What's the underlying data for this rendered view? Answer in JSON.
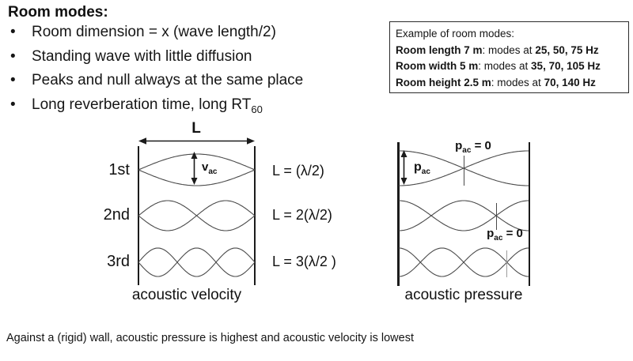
{
  "title": "Room modes:",
  "bullets": [
    {
      "text": "Room dimension = x (wave length/2)"
    },
    {
      "text": "Standing wave with little diffusion"
    },
    {
      "text": "Peaks and null always at the same place"
    },
    {
      "text": "Long reverberation time, long RT",
      "sub": "60"
    }
  ],
  "example_box": {
    "heading": "Example of room modes:",
    "rows": [
      {
        "label": "Room length 7 m",
        "mid": ": modes at ",
        "value": "25, 50, 75 Hz"
      },
      {
        "label": "Room width 5 m",
        "mid": ": modes at ",
        "value": "35, 70, 105 Hz"
      },
      {
        "label": "Room height 2.5 m",
        "mid": ": modes at ",
        "value": "70, 140 Hz"
      }
    ]
  },
  "velocity_diagram": {
    "length_label": "L",
    "wave_type": "sin",
    "modes": [
      {
        "order": "1st",
        "n": 1,
        "formula": "L = (λ/2)"
      },
      {
        "order": "2nd",
        "n": 2,
        "formula": "L = 2(λ/2)"
      },
      {
        "order": "3rd",
        "n": 3,
        "formula": "L = 3(λ/2 )"
      }
    ],
    "amplitude_label": {
      "base": "v",
      "sub": "ac"
    },
    "caption": "acoustic velocity"
  },
  "pressure_diagram": {
    "wave_type": "cos",
    "modes": [
      1,
      2,
      3
    ],
    "node_label_top": {
      "base": "p",
      "sub": "ac",
      "rest": " = 0"
    },
    "node_label_mid": {
      "base": "p",
      "sub": "ac",
      "rest": " = 0"
    },
    "amplitude_label": {
      "base": "p",
      "sub": "ac"
    },
    "caption": "acoustic pressure"
  },
  "footer": "Against a (rigid) wall, acoustic pressure is highest and acoustic velocity is lowest",
  "colors": {
    "text": "#1a1a1a",
    "curve": "#4a4a4a",
    "wall": "#1b1b1b"
  }
}
